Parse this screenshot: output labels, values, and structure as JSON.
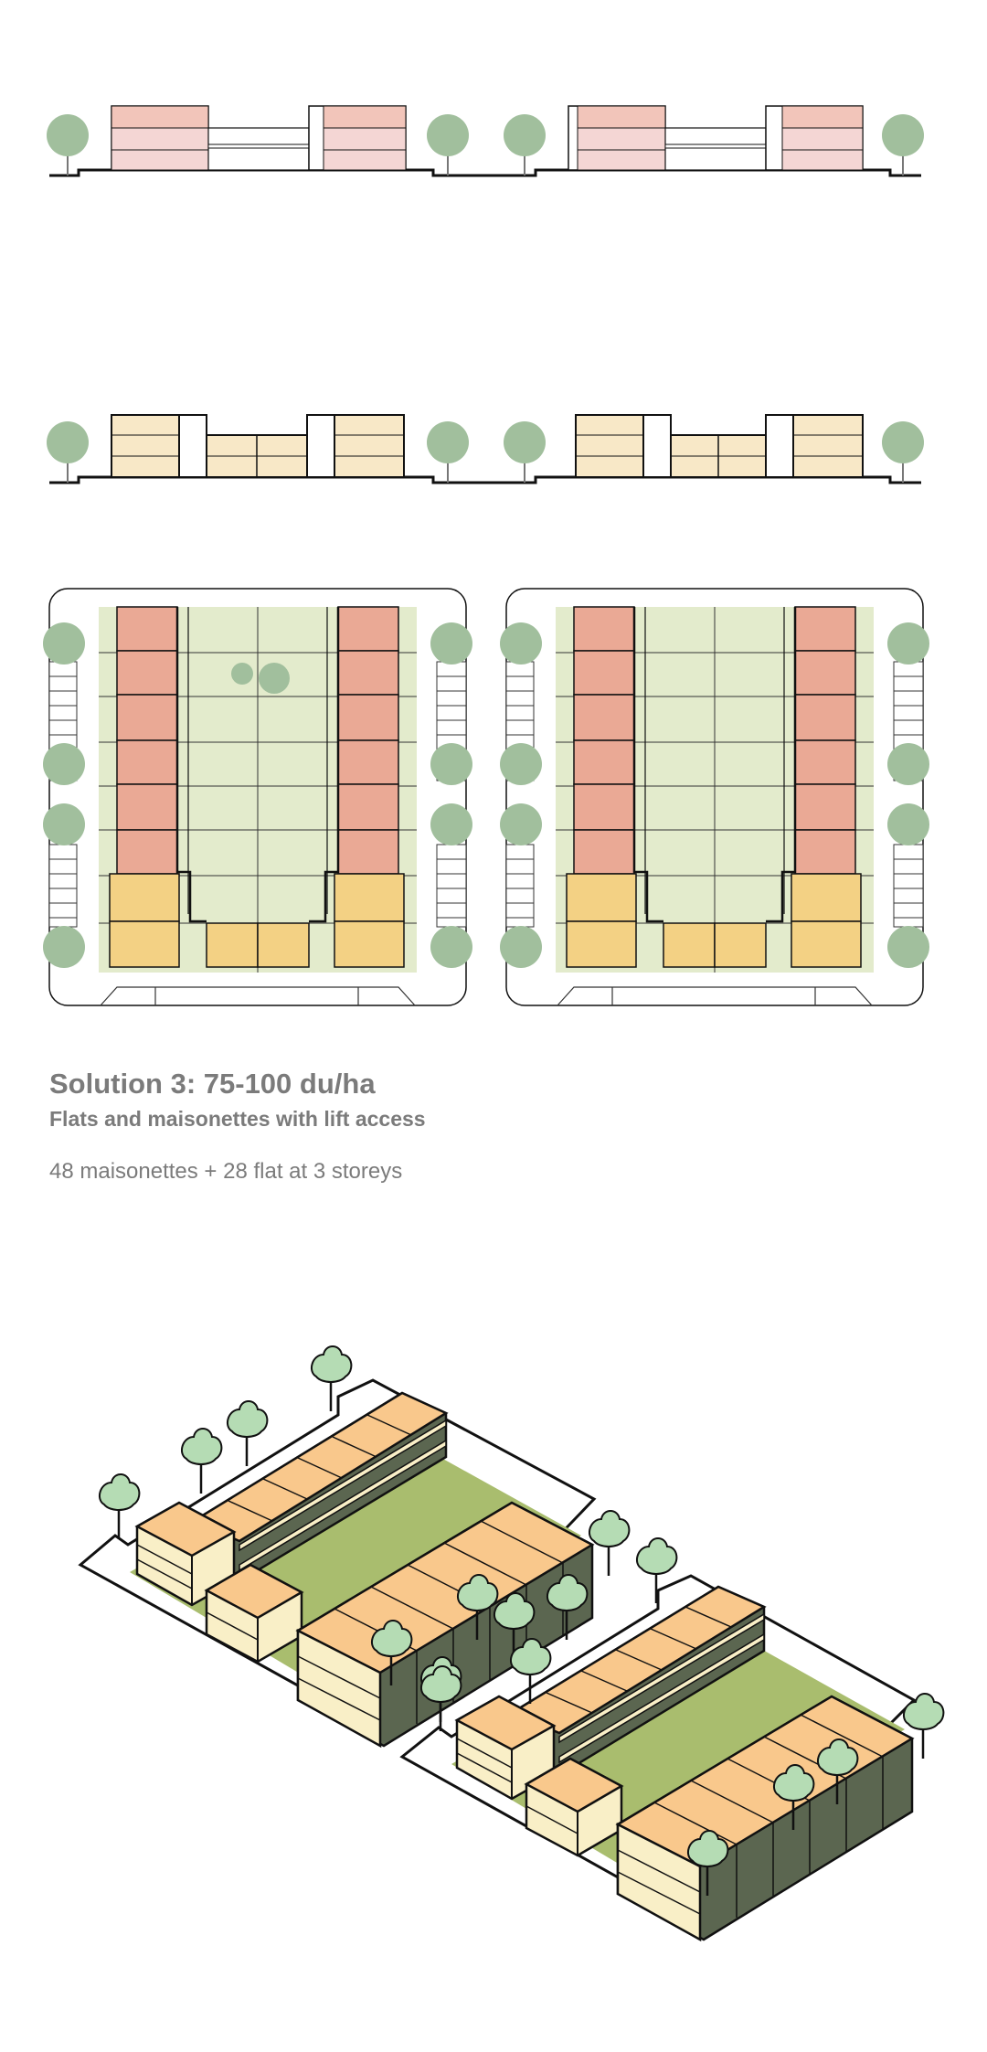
{
  "caption": {
    "title": "Solution 3: 75-100 du/ha",
    "subtitle": "Flats and maisonettes with lift access",
    "description": "48 maisonettes + 28 flat at 3 storeys"
  },
  "colors": {
    "tree": "#a1bf9d",
    "flat_pink": "#f2c5ba",
    "flat_light": "#f4d6d4",
    "maisonette_cream": "#f8e8c7",
    "plan_red": "#eaa995",
    "plan_yellow": "#f3d184",
    "plan_green": "#e3ebcc",
    "iso_roof": "#f9c88c",
    "iso_wall": "#f9efc7",
    "iso_dark": "#5b6650",
    "iso_lawn": "#a9bd6e",
    "iso_tree": "#b5dcb4",
    "stroke": "#111111"
  },
  "icons": [
    "tree-icon"
  ]
}
